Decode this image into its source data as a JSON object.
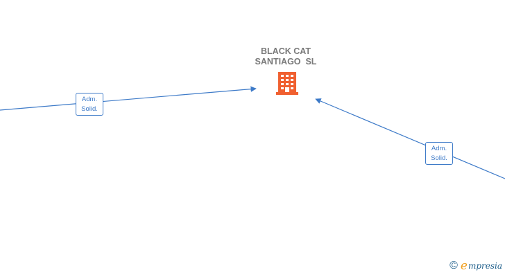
{
  "company": {
    "name": "BLACK CAT\nSANTIAGO  SL",
    "icon": "building-icon",
    "icon_color": "#f06030"
  },
  "edges": [
    {
      "line1": "Adm.",
      "line2": "Solid."
    },
    {
      "line1": "Adm.",
      "line2": "Solid."
    }
  ],
  "edge_color": "#3d7ac8",
  "watermark": {
    "copyright_symbol": "©",
    "brand_initial": "e",
    "brand_rest": "mpresia"
  }
}
